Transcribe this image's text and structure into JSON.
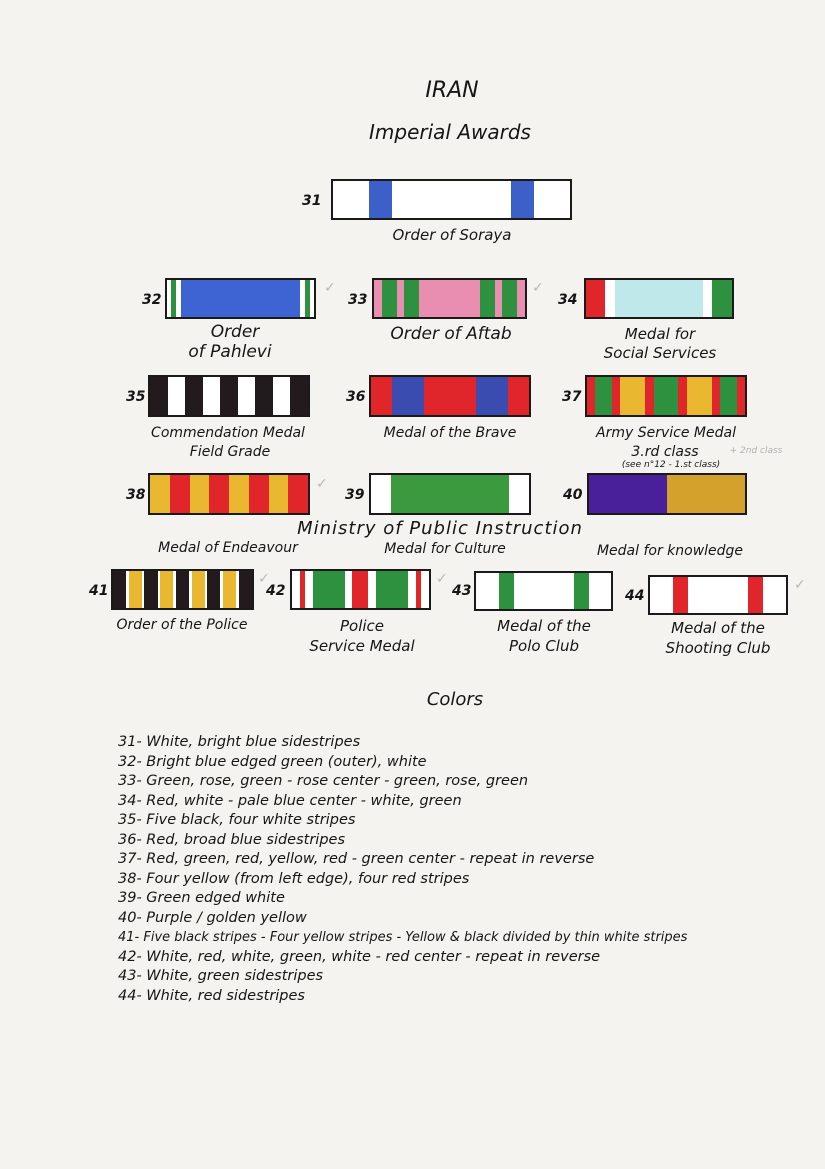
{
  "header": {
    "country": "IRAN",
    "subtitle": "Imperial Awards"
  },
  "ribbons": [
    {
      "id": "31",
      "caption": "Order of Soraya",
      "stripes": [
        [
          "#ffffff",
          3
        ],
        [
          "#3d5fc8",
          2
        ],
        [
          "#ffffff",
          10
        ],
        [
          "#3d5fc8",
          2
        ],
        [
          "#ffffff",
          3
        ]
      ]
    },
    {
      "id": "32",
      "caption_lines": [
        "Order",
        "of Pahlevi"
      ],
      "stripes": [
        [
          "#ffffff",
          0.5
        ],
        [
          "#2e9140",
          0.6
        ],
        [
          "#ffffff",
          0.5
        ],
        [
          "#3d64d2",
          14
        ],
        [
          "#ffffff",
          0.5
        ],
        [
          "#2e9140",
          0.6
        ],
        [
          "#ffffff",
          0.5
        ]
      ]
    },
    {
      "id": "33",
      "caption": "Order of Aftab",
      "stripes": [
        [
          "#e98db1",
          1
        ],
        [
          "#2e9140",
          2
        ],
        [
          "#e98db1",
          1
        ],
        [
          "#2e9140",
          2
        ],
        [
          "#e98db1",
          8
        ],
        [
          "#2e9140",
          2
        ],
        [
          "#e98db1",
          1
        ],
        [
          "#2e9140",
          2
        ],
        [
          "#e98db1",
          1
        ]
      ]
    },
    {
      "id": "34",
      "caption_lines": [
        "Medal for",
        "Social Services"
      ],
      "stripes": [
        [
          "#e0252b",
          2
        ],
        [
          "#ffffff",
          1
        ],
        [
          "#bfe8ea",
          9
        ],
        [
          "#ffffff",
          1
        ],
        [
          "#2e9140",
          2
        ]
      ]
    },
    {
      "id": "35",
      "caption_lines": [
        "Commendation Medal",
        "Field Grade"
      ],
      "stripes": [
        [
          "#221a1c",
          2
        ],
        [
          "#ffffff",
          2
        ],
        [
          "#221a1c",
          2
        ],
        [
          "#ffffff",
          2
        ],
        [
          "#221a1c",
          2
        ],
        [
          "#ffffff",
          2
        ],
        [
          "#221a1c",
          2
        ],
        [
          "#ffffff",
          2
        ],
        [
          "#221a1c",
          2
        ]
      ]
    },
    {
      "id": "36",
      "caption": "Medal of the Brave",
      "stripes": [
        [
          "#e0252b",
          2
        ],
        [
          "#3a4cb0",
          3
        ],
        [
          "#e0252b",
          5
        ],
        [
          "#3a4cb0",
          3
        ],
        [
          "#e0252b",
          2
        ]
      ]
    },
    {
      "id": "37",
      "caption_lines": [
        "Army Service Medal",
        "3.rd class"
      ],
      "note": "(see n°12 - 1.st class)",
      "note_right": "+ 2nd class",
      "stripes": [
        [
          "#e0252b",
          1
        ],
        [
          "#2e9140",
          2
        ],
        [
          "#e0252b",
          1
        ],
        [
          "#e9b830",
          3
        ],
        [
          "#e0252b",
          1
        ],
        [
          "#2e9140",
          3
        ],
        [
          "#e0252b",
          1
        ],
        [
          "#e9b830",
          3
        ],
        [
          "#e0252b",
          1
        ],
        [
          "#2e9140",
          2
        ],
        [
          "#e0252b",
          1
        ]
      ]
    },
    {
      "id": "38",
      "caption": "Medal of Endeavour",
      "stripes": [
        [
          "#e9b830",
          2
        ],
        [
          "#e0252b",
          2
        ],
        [
          "#e9b830",
          2
        ],
        [
          "#e0252b",
          2
        ],
        [
          "#e9b830",
          2
        ],
        [
          "#e0252b",
          2
        ],
        [
          "#e9b830",
          2
        ],
        [
          "#e0252b",
          2
        ]
      ]
    },
    {
      "id": "39",
      "caption": "Medal for Culture",
      "stripes": [
        [
          "#ffffff",
          2
        ],
        [
          "#3a9a3d",
          12
        ],
        [
          "#ffffff",
          2
        ]
      ]
    },
    {
      "id": "40",
      "caption": "Medal for knowledge",
      "stripes": [
        [
          "#4a1f9a",
          1
        ],
        [
          "#d4a22c",
          1
        ]
      ]
    },
    {
      "id": "41",
      "caption": "Order of the Police",
      "stripes": [
        [
          "#221a1c",
          2
        ],
        [
          "#ffffff",
          0.4
        ],
        [
          "#e9b830",
          2
        ],
        [
          "#ffffff",
          0.4
        ],
        [
          "#221a1c",
          2
        ],
        [
          "#ffffff",
          0.4
        ],
        [
          "#e9b830",
          2
        ],
        [
          "#ffffff",
          0.4
        ],
        [
          "#221a1c",
          2
        ],
        [
          "#ffffff",
          0.4
        ],
        [
          "#e9b830",
          2
        ],
        [
          "#ffffff",
          0.4
        ],
        [
          "#221a1c",
          2
        ],
        [
          "#ffffff",
          0.4
        ],
        [
          "#e9b830",
          2
        ],
        [
          "#ffffff",
          0.4
        ],
        [
          "#221a1c",
          2
        ]
      ]
    },
    {
      "id": "42",
      "caption_lines": [
        "Police",
        "Service Medal"
      ],
      "stripes": [
        [
          "#ffffff",
          1
        ],
        [
          "#e0252b",
          0.6
        ],
        [
          "#ffffff",
          1
        ],
        [
          "#2e9140",
          4
        ],
        [
          "#ffffff",
          1
        ],
        [
          "#e0252b",
          2
        ],
        [
          "#ffffff",
          1
        ],
        [
          "#2e9140",
          4
        ],
        [
          "#ffffff",
          1
        ],
        [
          "#e0252b",
          0.6
        ],
        [
          "#ffffff",
          1
        ]
      ]
    },
    {
      "id": "43",
      "caption_lines": [
        "Medal of the",
        "Polo Club"
      ],
      "stripes": [
        [
          "#ffffff",
          3
        ],
        [
          "#2e9140",
          2
        ],
        [
          "#ffffff",
          8
        ],
        [
          "#2e9140",
          2
        ],
        [
          "#ffffff",
          3
        ]
      ]
    },
    {
      "id": "44",
      "caption_lines": [
        "Medal of the",
        "Shooting Club"
      ],
      "stripes": [
        [
          "#ffffff",
          3
        ],
        [
          "#e0252b",
          2
        ],
        [
          "#ffffff",
          8
        ],
        [
          "#e0252b",
          2
        ],
        [
          "#ffffff",
          3
        ]
      ]
    }
  ],
  "ministry_heading": "Ministry of Public Instruction",
  "colors": {
    "title": "Colors",
    "lines": [
      "31- White, bright blue sidestripes",
      "32- Bright blue edged green (outer), white",
      "33- Green, rose, green - rose center - green, rose, green",
      "34- Red, white - pale blue center - white, green",
      "35- Five black, four white stripes",
      "36- Red, broad blue sidestripes",
      "37- Red, green, red, yellow, red - green center - repeat in reverse",
      "38- Four yellow (from left edge), four red stripes",
      "39- Green edged white",
      "40- Purple / golden yellow",
      "41- Five black stripes - Four yellow stripes - Yellow & black divided by thin white stripes",
      "42- White, red, white, green, white - red center - repeat in reverse",
      "43- White, green sidestripes",
      "44- White, red sidestripes"
    ]
  }
}
